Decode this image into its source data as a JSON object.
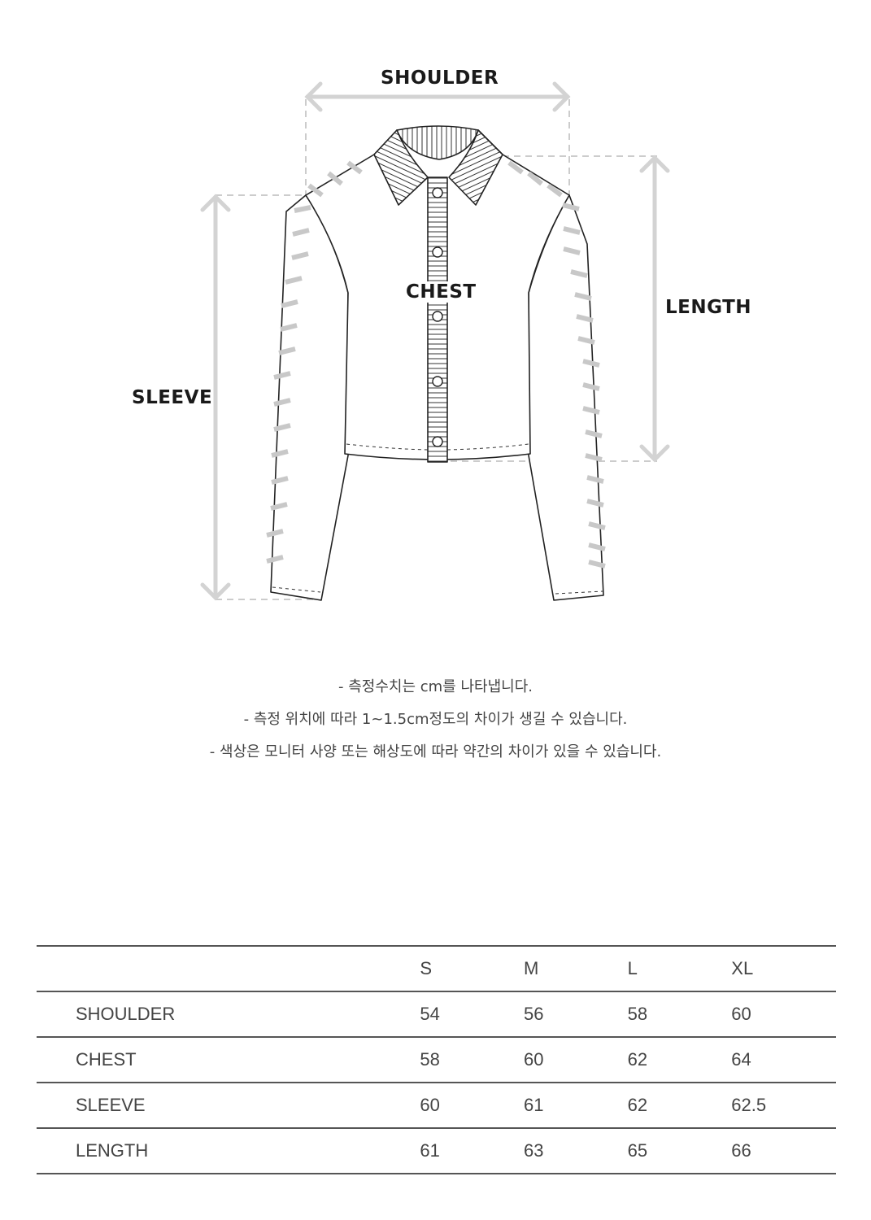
{
  "diagram": {
    "labels": {
      "shoulder": "SHOULDER",
      "chest": "CHEST",
      "sleeve": "SLEEVE",
      "length": "LENGTH"
    },
    "colors": {
      "arrow": "#d3d3d3",
      "outline": "#222222",
      "stitch": "#c8c8c8"
    }
  },
  "notes": [
    "- 측정수치는 cm를 나타냅니다.",
    "- 측정 위치에 따라 1~1.5cm정도의 차이가 생길 수 있습니다.",
    "- 색상은 모니터 사양 또는 해상도에 따라 약간의 차이가 있을 수 있습니다."
  ],
  "size_table": {
    "columns": [
      "",
      "S",
      "M",
      "L",
      "XL"
    ],
    "rows": [
      {
        "label": "SHOULDER",
        "values": [
          "54",
          "56",
          "58",
          "60"
        ]
      },
      {
        "label": "CHEST",
        "values": [
          "58",
          "60",
          "62",
          "64"
        ]
      },
      {
        "label": "SLEEVE",
        "values": [
          "60",
          "61",
          "62",
          "62.5"
        ]
      },
      {
        "label": "LENGTH",
        "values": [
          "61",
          "63",
          "65",
          "66"
        ]
      }
    ]
  }
}
